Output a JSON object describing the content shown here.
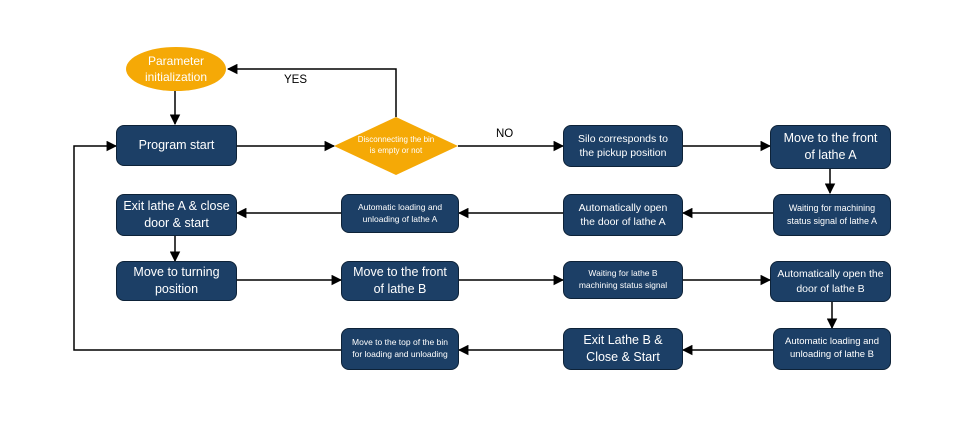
{
  "start": "Parameter initialization",
  "decision": "Disconnecting the bin is empty or not",
  "labels": {
    "yes": "YES",
    "no": "NO"
  },
  "steps": {
    "program_start": "Program start",
    "silo": "Silo corresponds to the pickup position",
    "move_front_a": "Move to the front of lathe A",
    "wait_a": "Waiting for machining status signal of lathe A",
    "open_door_a": "Automatically open the door of lathe A",
    "load_a": "Automatic loading and unloading of lathe A",
    "exit_a": "Exit lathe A & close door & start",
    "turning": "Move to turning position",
    "move_front_b": "Move to the front of lathe B",
    "wait_b": "Waiting for lathe B machining status signal",
    "open_door_b": "Automatically open the door of lathe B",
    "load_b": "Automatic loading and unloading of lathe B",
    "exit_b": "Exit Lathe B & Close & Start",
    "move_top": "Move to the top of the bin for loading and unloading"
  },
  "colors": {
    "box": "#1c3f66",
    "accent": "#f5a906",
    "line": "#000000"
  }
}
